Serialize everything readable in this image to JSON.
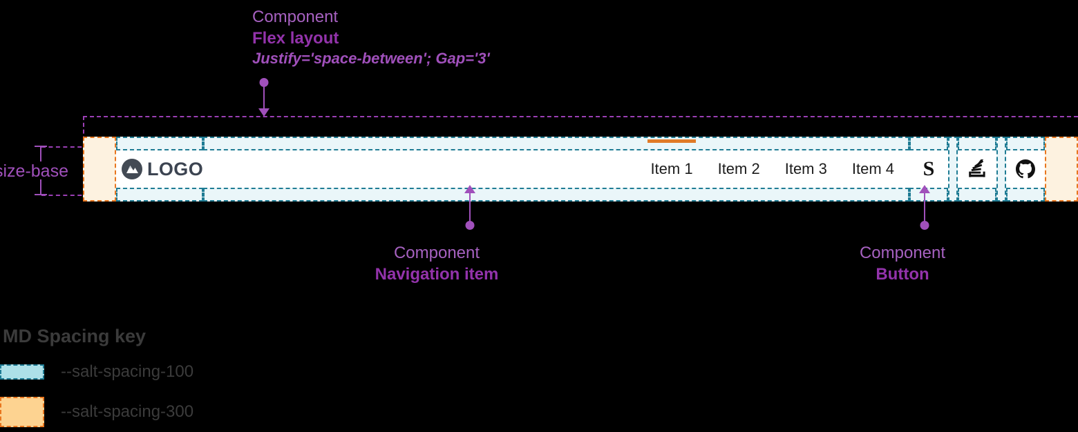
{
  "annotations": {
    "flex": {
      "kind": "Component",
      "name": "Flex layout",
      "props": "Justify='space-between'; Gap='3'"
    },
    "nav": {
      "kind": "Component",
      "name": "Navigation item"
    },
    "button": {
      "kind": "Component",
      "name": "Button"
    }
  },
  "measure": {
    "label": "size-base"
  },
  "header": {
    "logo": {
      "text": "LOGO",
      "icon": "mountain-logo-icon"
    },
    "nav_items": [
      {
        "label": "Item 1",
        "active": true
      },
      {
        "label": "Item 2",
        "active": false
      },
      {
        "label": "Item 3",
        "active": false
      },
      {
        "label": "Item 4",
        "active": false
      }
    ],
    "actions": [
      {
        "icon": "salt-s-icon",
        "name": "salt"
      },
      {
        "icon": "stackoverflow-icon",
        "name": "stackoverflow"
      },
      {
        "icon": "github-icon",
        "name": "github"
      }
    ]
  },
  "key": {
    "title": "MD Spacing key",
    "rows": [
      {
        "token": "--salt-spacing-100",
        "swatch": "#ade0e8",
        "border": "#1f7c94"
      },
      {
        "token": "--salt-spacing-300",
        "swatch": "#fdd391",
        "border": "#e8761f"
      }
    ]
  },
  "colors": {
    "annotation_purple": "#a050bb",
    "annotation_purple_bold": "#9333ab",
    "spacing100_fill": "#eaf6f9",
    "spacing100_border": "#1f7c94",
    "spacing300_fill": "#fdf2e0",
    "spacing300_border": "#e8761f",
    "active_indicator": "#e07b28",
    "header_bg": "#ffffff",
    "page_bg": "#000000"
  }
}
